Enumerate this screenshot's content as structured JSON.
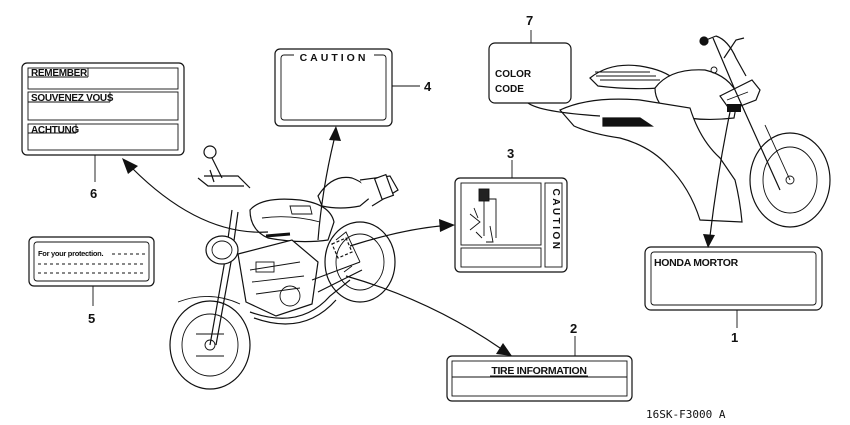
{
  "figure_code": "16SK-F3000 A",
  "callouts": {
    "c1": "1",
    "c2": "2",
    "c3": "3",
    "c4": "4",
    "c5": "5",
    "c6": "6",
    "c7": "7"
  },
  "labels": {
    "remember": "REMEMBER",
    "souvenez": "SOUVENEZ VOUS",
    "achtung": "ACHTUNG",
    "caution_top": "CAUTION",
    "caution_vertical": "CAUTION",
    "color_line1": "COLOR",
    "color_line2": "CODE",
    "protection": "For your protection.",
    "honda": "HONDA MORTOR",
    "tire": "TIRE INFORMATION"
  }
}
